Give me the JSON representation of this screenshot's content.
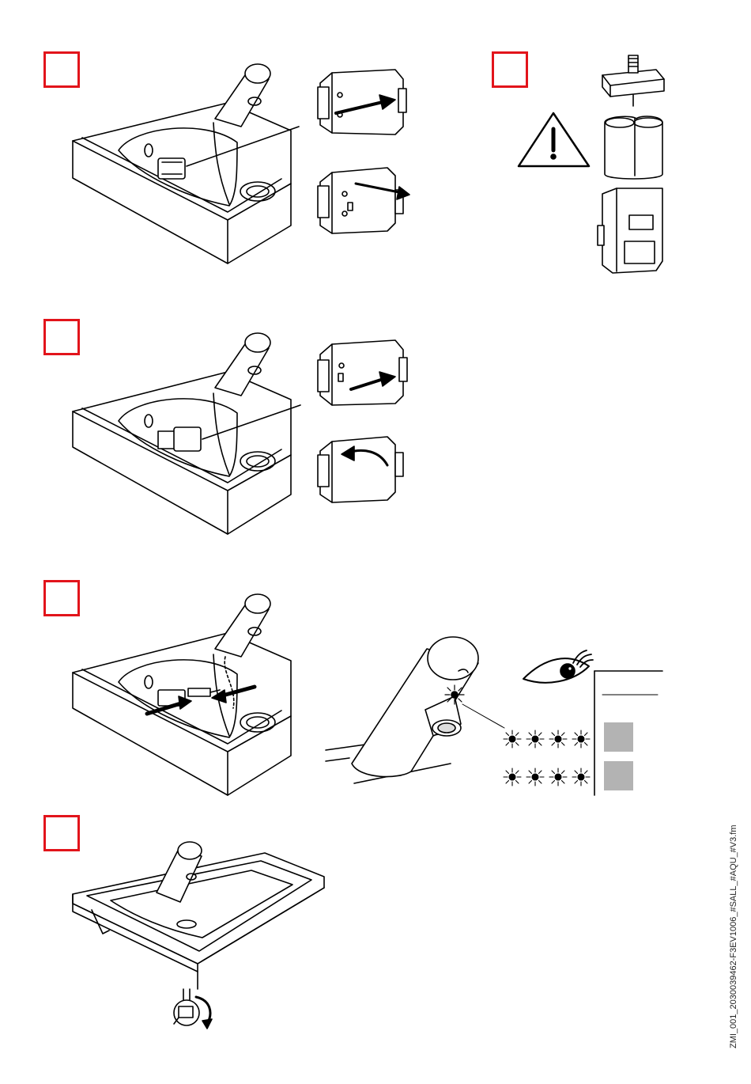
{
  "document": {
    "footer_code": "ZMI_001_2030039462-F3EV1006_#SALL_#AQU_#V3.fm"
  },
  "colors": {
    "step_box_border": "#e2141b",
    "line_art": "#000000",
    "status_square": "#b3b3b3"
  },
  "steps": [
    {
      "id": "step-1",
      "illustration": "remove-battery-unit-from-basin"
    },
    {
      "id": "step-2",
      "illustration": "battery-warning-parts"
    },
    {
      "id": "step-3",
      "illustration": "insert-battery-unit-into-basin"
    },
    {
      "id": "step-4",
      "illustration": "connect-plug-and-check-led"
    },
    {
      "id": "step-5",
      "illustration": "open-water-supply-valve"
    }
  ],
  "icons": {
    "warning": "warning-triangle-icon",
    "eye": "eye-icon",
    "led_flash": "led-flash-icon"
  },
  "led_status_table": {
    "rows": [
      {
        "flash_count": 4,
        "status_fill": 1
      },
      {
        "flash_count": 4,
        "status_fill": 1
      }
    ]
  }
}
